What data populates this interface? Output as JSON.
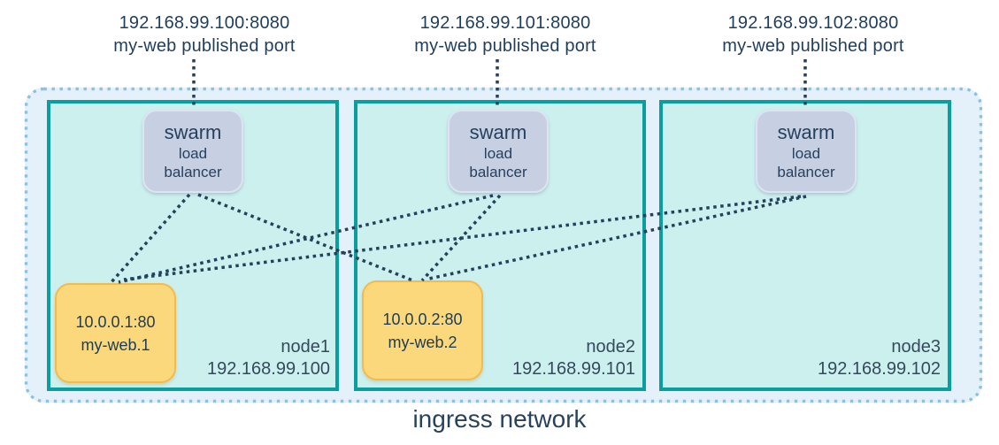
{
  "colors": {
    "node_border": "#0a9e9e",
    "node_fill": "#cbf0ee",
    "ingress_fill": "#e4f1fa",
    "ingress_dash": "#8cc1e0",
    "lb_fill": "#c7cfe3",
    "task_fill": "#fcd87d",
    "task_border": "#f4ba4e",
    "dotted_line": "#24415c",
    "text": "#1f3e5c"
  },
  "published_ports": [
    {
      "address": "192.168.99.100:8080",
      "caption": "my-web published port"
    },
    {
      "address": "192.168.99.101:8080",
      "caption": "my-web published port"
    },
    {
      "address": "192.168.99.102:8080",
      "caption": "my-web published port"
    }
  ],
  "nodes": [
    {
      "name": "node1",
      "ip": "192.168.99.100",
      "lb": [
        "swarm",
        "load",
        "balancer"
      ],
      "task": {
        "address": "10.0.0.1:80",
        "name": "my-web.1"
      }
    },
    {
      "name": "node2",
      "ip": "192.168.99.101",
      "lb": [
        "swarm",
        "load",
        "balancer"
      ],
      "task": {
        "address": "10.0.0.2:80",
        "name": "my-web.2"
      }
    },
    {
      "name": "node3",
      "ip": "192.168.99.102",
      "lb": [
        "swarm",
        "load",
        "balancer"
      ]
    }
  ],
  "footer": {
    "label": "ingress network"
  }
}
